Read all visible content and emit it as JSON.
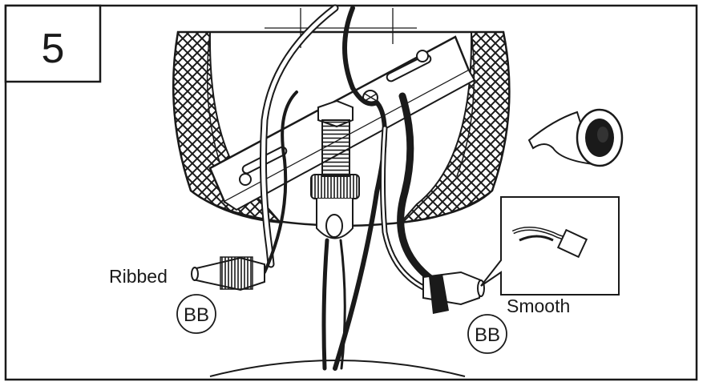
{
  "step": {
    "number": "5"
  },
  "labels": {
    "ribbed": "Ribbed",
    "smooth": "Smooth",
    "part_left": "BB",
    "part_right": "BB"
  },
  "colors": {
    "ink": "#1a1a1a",
    "paper": "#ffffff"
  },
  "icons": [
    "electrical-tape-icon",
    "wire-nut-icon",
    "twisted-wires-detail-icon"
  ]
}
